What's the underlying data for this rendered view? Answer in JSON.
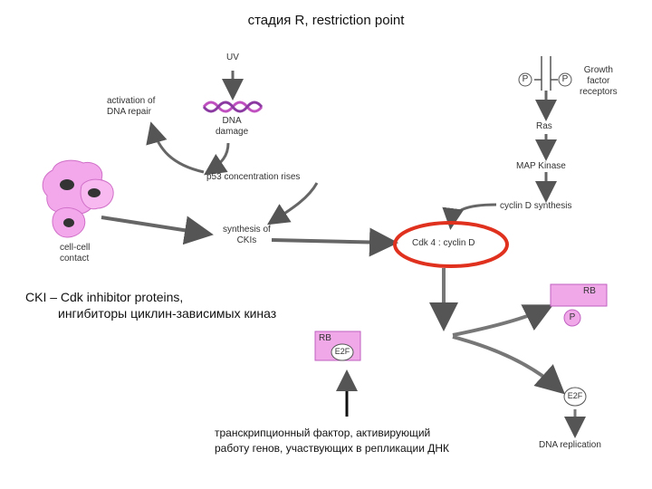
{
  "title": "стадия R, restriction point",
  "labels": {
    "uv": "UV",
    "activation": "activation of\nDNA repair",
    "dna_damage": "DNA\ndamage",
    "growth_factor": "Growth\nfactor\nreceptors",
    "p_left": "P",
    "p_right": "P",
    "ras": "Ras",
    "p53": "p53 concentration rises",
    "map_kinase": "MAP Kinase",
    "cyclin_d_synth": "cyclin D synthesis",
    "synthesis_ckis": "synthesis of\nCKIs",
    "cdk4": "Cdk 4 : cyclin D",
    "cell_contact": "cell-cell\ncontact",
    "rb_top": "RB",
    "rb_p": "P",
    "rb_left": "RB",
    "e2f_left": "E2F",
    "e2f_right": "E2F",
    "dna_replication": "DNA replication"
  },
  "notes": {
    "cki_line1": "CKI – Cdk inhibitor proteins,",
    "cki_line2": "ингибиторы циклин-зависимых киназ",
    "tf_line1": "транскрипционный фактор, активирующий",
    "tf_line2": "работу генов, участвующих в репликации ДНК"
  },
  "colors": {
    "arrow": "#555555",
    "pink_box": "#f0a8e8",
    "highlight": "#e0301e",
    "cell": "#f4a8ec"
  }
}
